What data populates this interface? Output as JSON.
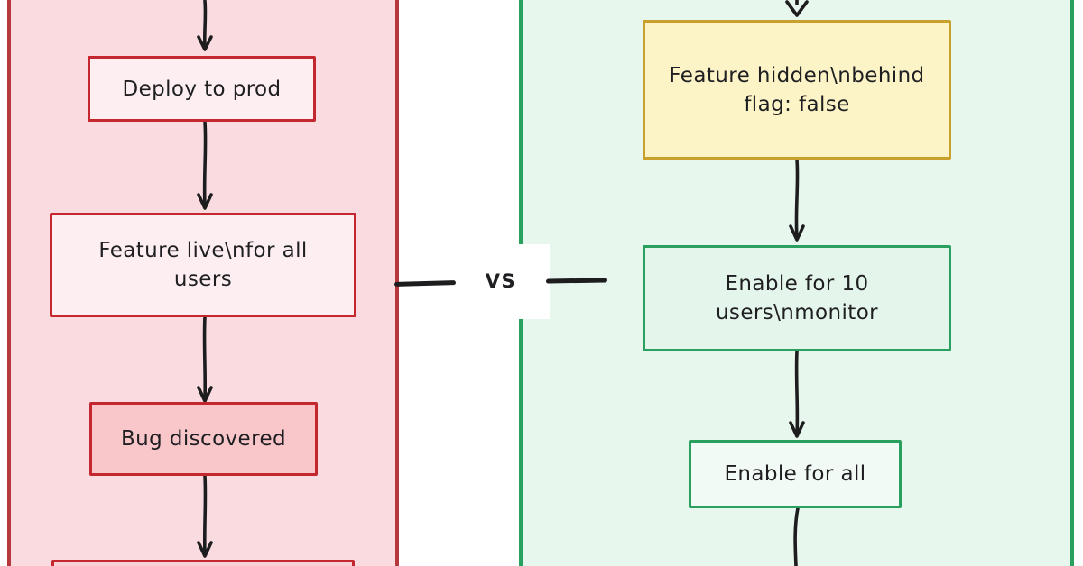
{
  "diagram": {
    "vs_label": "VS",
    "left_panel": {
      "title": "deploy-directly-flow",
      "bg_color": "#fadce0",
      "border_color": "#b5393c",
      "nodes": [
        {
          "lines": [
            "Deploy to prod"
          ],
          "fill": "#fdeff1",
          "border": "#c4282e"
        },
        {
          "lines": [
            "Feature live\\nfor all",
            "users"
          ],
          "fill": "#fdeff1",
          "border": "#c4282e"
        },
        {
          "lines": [
            "Bug discovered"
          ],
          "fill": "#f9c6ca",
          "border": "#c4282e"
        },
        {
          "lines": [
            ""
          ],
          "fill": "#f9d2d6",
          "border": "#c4282e"
        }
      ]
    },
    "right_panel": {
      "title": "feature-flag-flow",
      "bg_color": "#e8f7ee",
      "border_color": "#2aa05e",
      "nodes": [
        {
          "lines": [
            "Feature hidden\\nbehind",
            "flag: false"
          ],
          "fill": "#fcf3c6",
          "border": "#c9a02c"
        },
        {
          "lines": [
            "Enable for 10",
            "users\\nmonitor"
          ],
          "fill": "#e4f6ec",
          "border": "#2aa05e"
        },
        {
          "lines": [
            "Enable for all"
          ],
          "fill": "#f2faf5",
          "border": "#2aa05e"
        }
      ]
    },
    "arrow_color": "#1d1d1f"
  }
}
